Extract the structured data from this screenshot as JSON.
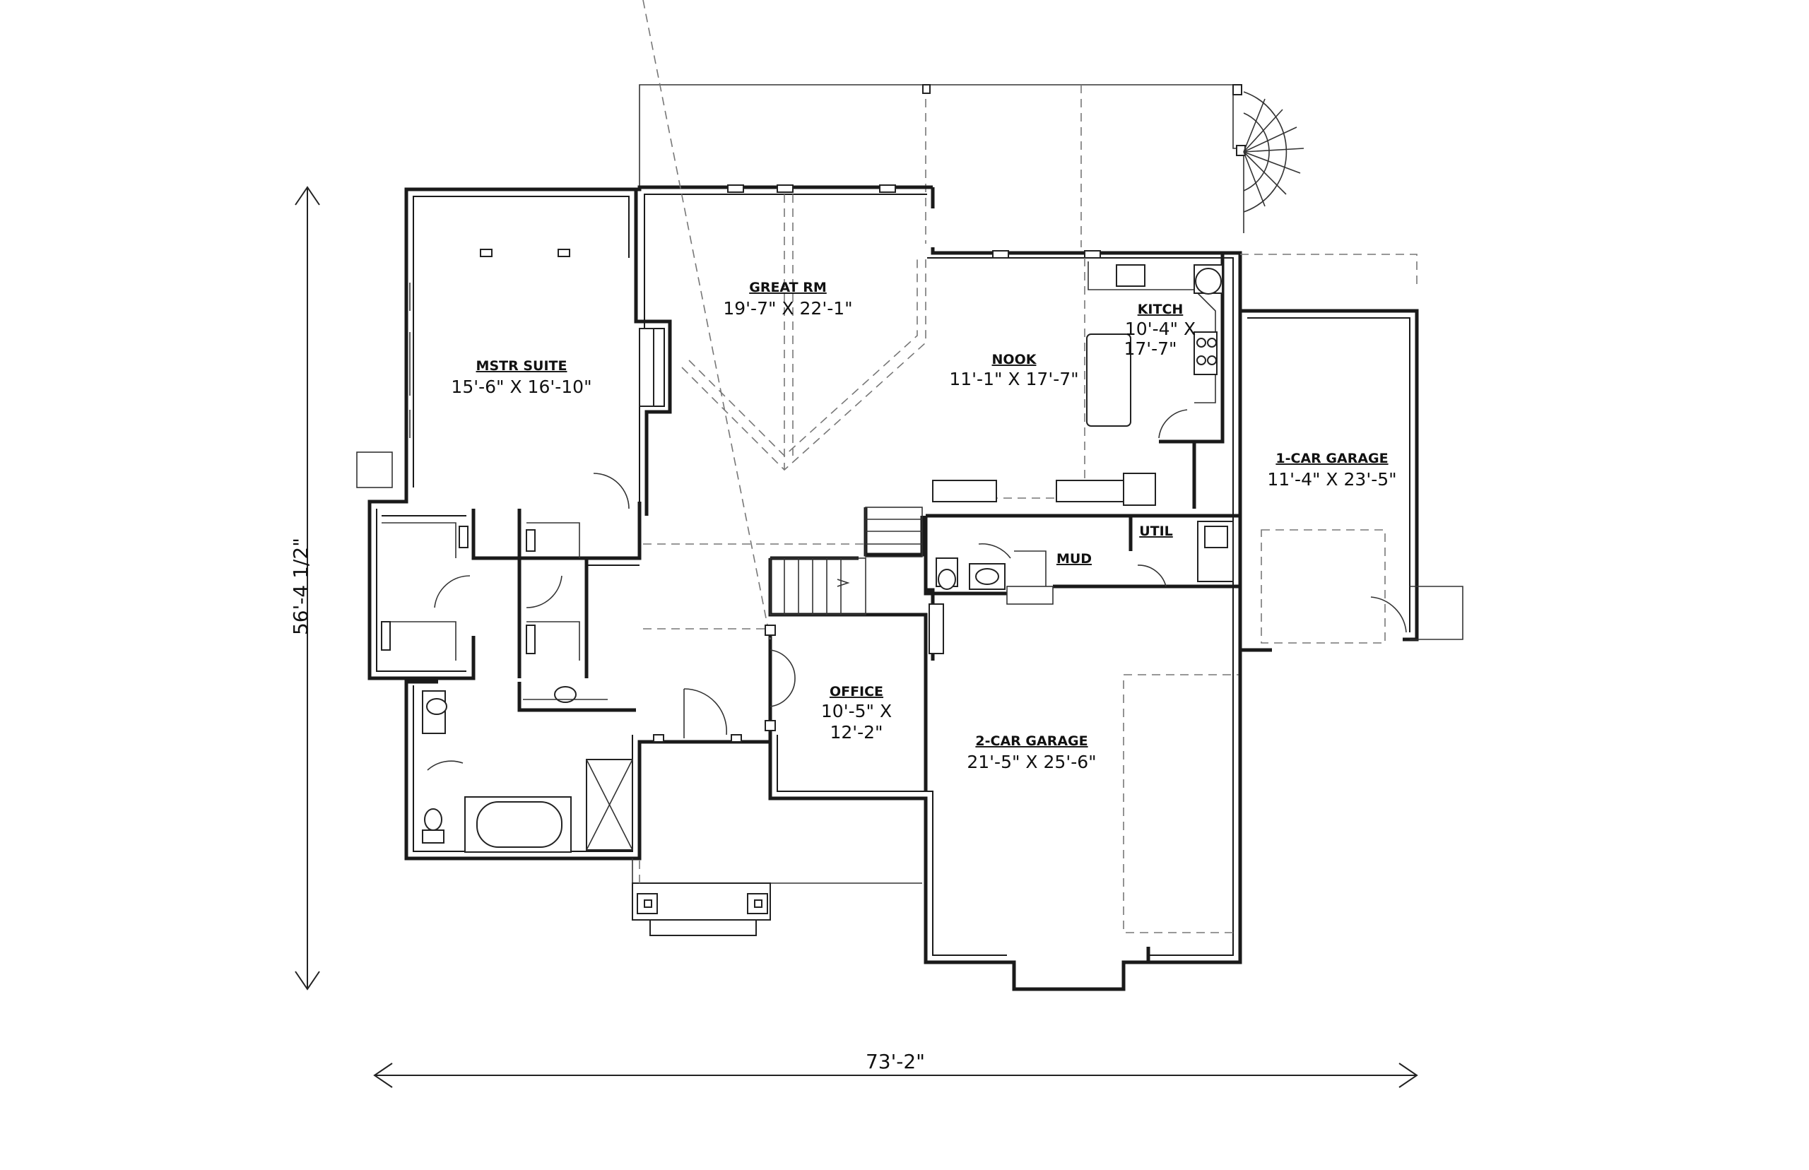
{
  "overall": {
    "width": "73'-2\"",
    "depth": "56'-4 1/2\""
  },
  "rooms": {
    "great_rm": {
      "name": "GREAT RM",
      "size": "19'-7\" X 22'-1\""
    },
    "mstr_suite": {
      "name": "MSTR SUITE",
      "size": "15'-6\" X 16'-10\""
    },
    "nook": {
      "name": "NOOK",
      "size": "11'-1\" X 17'-7\""
    },
    "kitch": {
      "name": "KITCH",
      "size_line1": "10'-4\" X",
      "size_line2": "17'-7\""
    },
    "garage1": {
      "name": "1-CAR GARAGE",
      "size": "11'-4\" X 23'-5\""
    },
    "util": {
      "name": "UTIL"
    },
    "mud": {
      "name": "MUD"
    },
    "office": {
      "name": "OFFICE",
      "size_line1": "10'-5\" X",
      "size_line2": "12'-2\""
    },
    "garage2": {
      "name": "2-CAR GARAGE",
      "size": "21'-5\" X 25'-6\""
    }
  }
}
